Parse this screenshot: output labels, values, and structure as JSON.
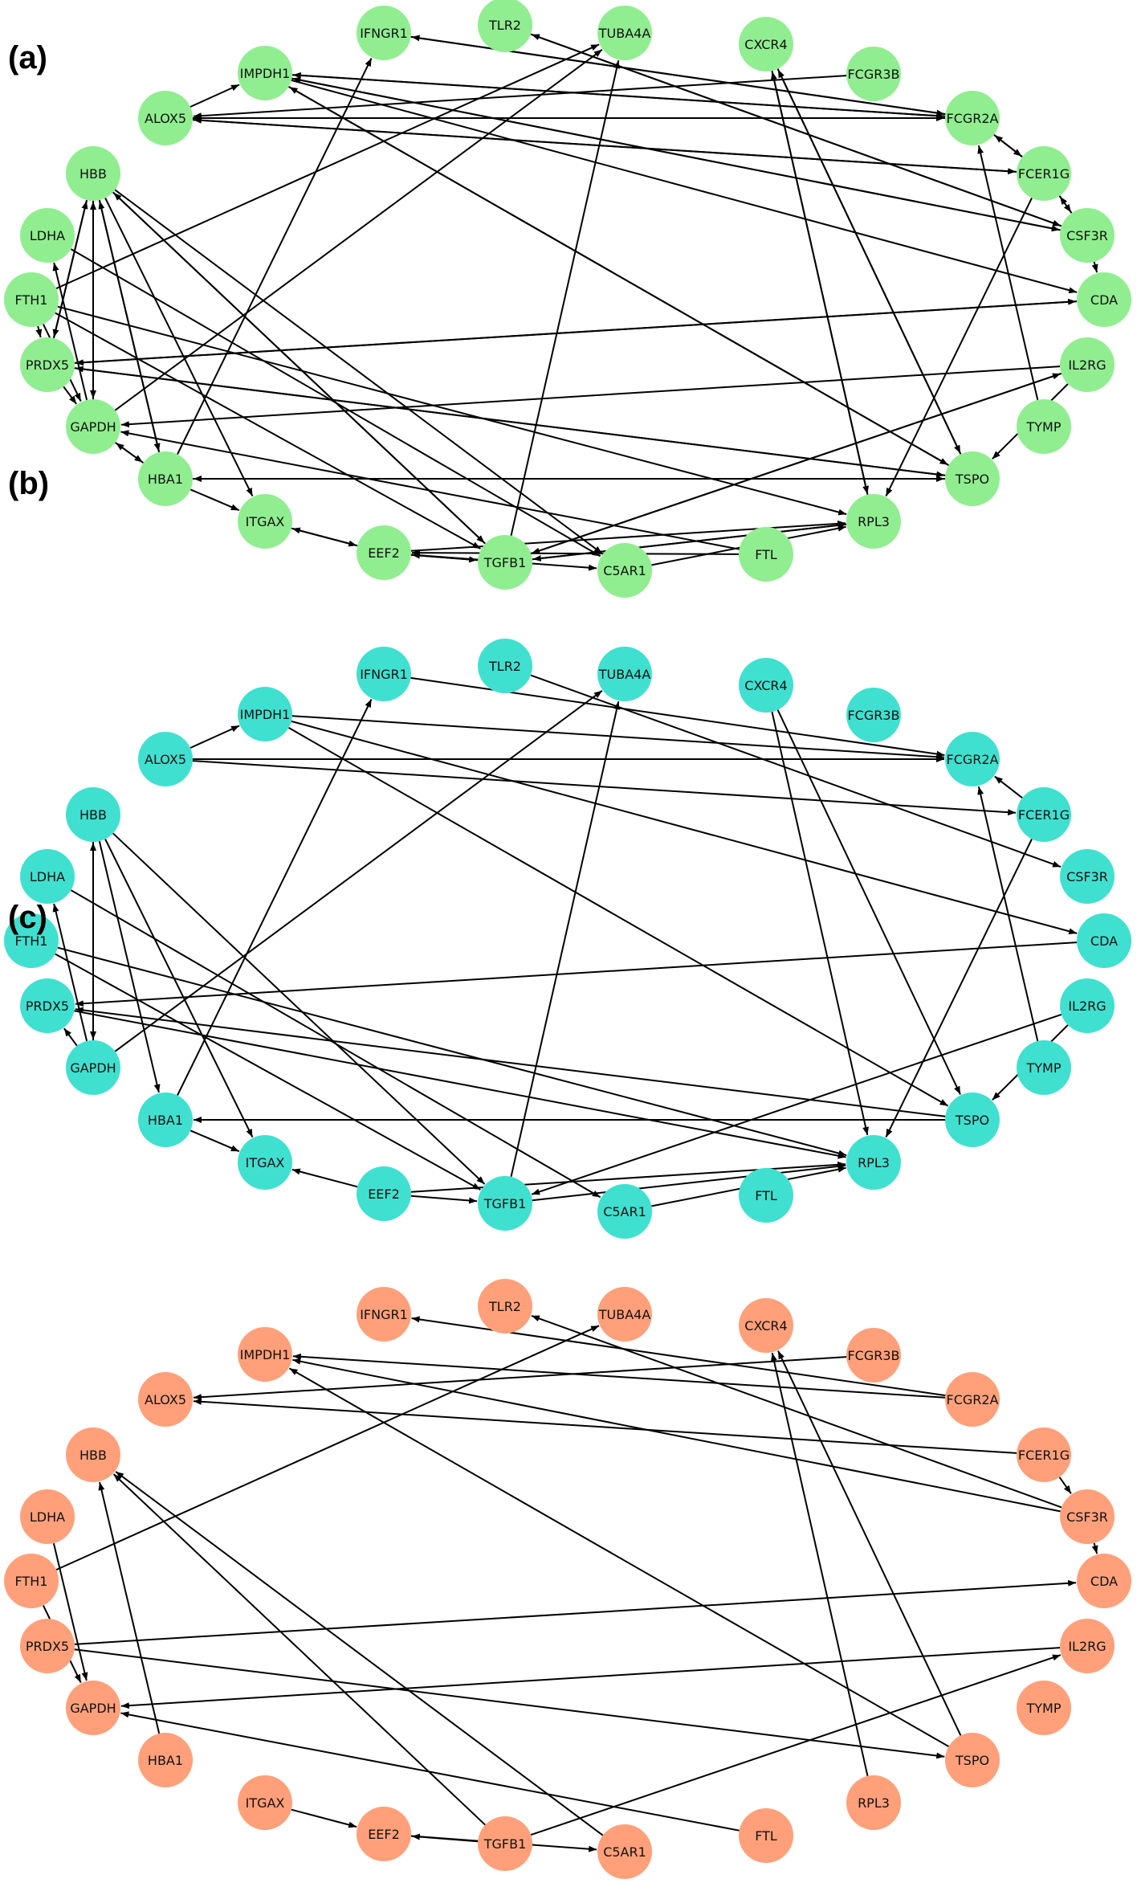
{
  "panels": [
    {
      "id": "a",
      "label": "(a)",
      "node_color": "#90ee90",
      "nodes": [
        "IFNGR1",
        "TLR2",
        "TUBA4A",
        "CXCR4",
        "IMPDH1",
        "FCGR3B",
        "ALOX5",
        "FCGR2A",
        "HBB",
        "FCER1G",
        "LDHA",
        "CSF3R",
        "FTH1",
        "CDA",
        "PRDX5",
        "IL2RG",
        "GAPDH",
        "TYMP",
        "HBA1",
        "TSPO",
        "ITGAX",
        "RPL3",
        "EEF2",
        "TGFB1",
        "C5AR1",
        "FTL"
      ],
      "edges": [
        [
          "ALOX5",
          "IMPDH1"
        ],
        [
          "ALOX5",
          "FCGR2A"
        ],
        [
          "FCGR2A",
          "ALOX5"
        ],
        [
          "ALOX5",
          "FCER1G"
        ],
        [
          "FCER1G",
          "ALOX5"
        ],
        [
          "FCGR3B",
          "ALOX5"
        ],
        [
          "IMPDH1",
          "FCGR2A"
        ],
        [
          "FCGR2A",
          "IMPDH1"
        ],
        [
          "IFNGR1",
          "FCGR2A"
        ],
        [
          "FCGR2A",
          "IFNGR1"
        ],
        [
          "TLR2",
          "CSF3R"
        ],
        [
          "CSF3R",
          "TLR2"
        ],
        [
          "IMPDH1",
          "CSF3R"
        ],
        [
          "CSF3R",
          "IMPDH1"
        ],
        [
          "IMPDH1",
          "CDA"
        ],
        [
          "IMPDH1",
          "TSPO"
        ],
        [
          "TSPO",
          "IMPDH1"
        ],
        [
          "CXCR4",
          "TSPO"
        ],
        [
          "TSPO",
          "CXCR4"
        ],
        [
          "CXCR4",
          "RPL3"
        ],
        [
          "RPL3",
          "CXCR4"
        ],
        [
          "FCER1G",
          "FCGR2A"
        ],
        [
          "FCGR2A",
          "FCER1G"
        ],
        [
          "FCER1G",
          "CSF3R"
        ],
        [
          "CSF3R",
          "FCER1G"
        ],
        [
          "FCER1G",
          "RPL3"
        ],
        [
          "CSF3R",
          "CDA"
        ],
        [
          "TYMP",
          "FCGR2A"
        ],
        [
          "IL2RG",
          "TSPO"
        ],
        [
          "IL2RG",
          "GAPDH"
        ],
        [
          "TGFB1",
          "IL2RG"
        ],
        [
          "IL2RG",
          "TGFB1"
        ],
        [
          "CDA",
          "PRDX5"
        ],
        [
          "PRDX5",
          "CDA"
        ],
        [
          "PRDX5",
          "TSPO"
        ],
        [
          "TSPO",
          "PRDX5"
        ],
        [
          "TSPO",
          "HBA1"
        ],
        [
          "HBA1",
          "TSPO"
        ],
        [
          "FTH1",
          "TUBA4A"
        ],
        [
          "FTH1",
          "PRDX5"
        ],
        [
          "FTH1",
          "GAPDH"
        ],
        [
          "FTH1",
          "RPL3"
        ],
        [
          "FTH1",
          "TGFB1"
        ],
        [
          "LDHA",
          "C5AR1"
        ],
        [
          "PRDX5",
          "HBB"
        ],
        [
          "HBB",
          "PRDX5"
        ],
        [
          "PRDX5",
          "GAPDH"
        ],
        [
          "GAPDH",
          "HBB"
        ],
        [
          "HBB",
          "GAPDH"
        ],
        [
          "GAPDH",
          "LDHA"
        ],
        [
          "GAPDH",
          "HBA1"
        ],
        [
          "HBA1",
          "GAPDH"
        ],
        [
          "GAPDH",
          "TUBA4A"
        ],
        [
          "HBB",
          "HBA1"
        ],
        [
          "HBA1",
          "HBB"
        ],
        [
          "HBB",
          "ITGAX"
        ],
        [
          "HBB",
          "TGFB1"
        ],
        [
          "TGFB1",
          "HBB"
        ],
        [
          "HBB",
          "C5AR1"
        ],
        [
          "HBA1",
          "ITGAX"
        ],
        [
          "HBA1",
          "IFNGR1"
        ],
        [
          "EEF2",
          "ITGAX"
        ],
        [
          "ITGAX",
          "EEF2"
        ],
        [
          "EEF2",
          "TGFB1"
        ],
        [
          "TGFB1",
          "EEF2"
        ],
        [
          "EEF2",
          "C5AR1"
        ],
        [
          "EEF2",
          "RPL3"
        ],
        [
          "TGFB1",
          "TUBA4A"
        ],
        [
          "TGFB1",
          "RPL3"
        ],
        [
          "RPL3",
          "TGFB1"
        ],
        [
          "FTL",
          "GAPDH"
        ],
        [
          "FTL",
          "EEF2"
        ],
        [
          "C5AR1",
          "RPL3"
        ]
      ]
    },
    {
      "id": "b",
      "label": "(b)",
      "node_color": "#40e0d0",
      "nodes": [
        "IFNGR1",
        "TLR2",
        "TUBA4A",
        "CXCR4",
        "IMPDH1",
        "FCGR3B",
        "ALOX5",
        "FCGR2A",
        "HBB",
        "FCER1G",
        "LDHA",
        "CSF3R",
        "FTH1",
        "CDA",
        "PRDX5",
        "IL2RG",
        "GAPDH",
        "TYMP",
        "HBA1",
        "TSPO",
        "ITGAX",
        "RPL3",
        "EEF2",
        "TGFB1",
        "C5AR1",
        "FTL"
      ],
      "edges": [
        [
          "ALOX5",
          "IMPDH1"
        ],
        [
          "ALOX5",
          "FCGR2A"
        ],
        [
          "ALOX5",
          "FCER1G"
        ],
        [
          "IMPDH1",
          "FCGR2A"
        ],
        [
          "IFNGR1",
          "FCGR2A"
        ],
        [
          "TLR2",
          "CSF3R"
        ],
        [
          "IMPDH1",
          "CDA"
        ],
        [
          "IMPDH1",
          "TSPO"
        ],
        [
          "CXCR4",
          "TSPO"
        ],
        [
          "CXCR4",
          "RPL3"
        ],
        [
          "FCER1G",
          "FCGR2A"
        ],
        [
          "FCER1G",
          "RPL3"
        ],
        [
          "TYMP",
          "FCGR2A"
        ],
        [
          "IL2RG",
          "TSPO"
        ],
        [
          "IL2RG",
          "TGFB1"
        ],
        [
          "CDA",
          "PRDX5"
        ],
        [
          "PRDX5",
          "RPL3"
        ],
        [
          "TSPO",
          "PRDX5"
        ],
        [
          "TSPO",
          "HBA1"
        ],
        [
          "FTH1",
          "RPL3"
        ],
        [
          "FTH1",
          "TGFB1"
        ],
        [
          "LDHA",
          "C5AR1"
        ],
        [
          "GAPDH",
          "HBB"
        ],
        [
          "GAPDH",
          "LDHA"
        ],
        [
          "GAPDH",
          "PRDX5"
        ],
        [
          "GAPDH",
          "TUBA4A"
        ],
        [
          "HBB",
          "HBA1"
        ],
        [
          "HBB",
          "ITGAX"
        ],
        [
          "HBB",
          "TGFB1"
        ],
        [
          "HBB",
          "GAPDH"
        ],
        [
          "HBA1",
          "ITGAX"
        ],
        [
          "HBA1",
          "IFNGR1"
        ],
        [
          "EEF2",
          "ITGAX"
        ],
        [
          "EEF2",
          "TGFB1"
        ],
        [
          "EEF2",
          "RPL3"
        ],
        [
          "TGFB1",
          "TUBA4A"
        ],
        [
          "TGFB1",
          "RPL3"
        ],
        [
          "C5AR1",
          "RPL3"
        ]
      ]
    },
    {
      "id": "c",
      "label": "(c)",
      "node_color": "#ffa07a",
      "nodes": [
        "IFNGR1",
        "TLR2",
        "TUBA4A",
        "CXCR4",
        "IMPDH1",
        "FCGR3B",
        "ALOX5",
        "FCGR2A",
        "HBB",
        "FCER1G",
        "LDHA",
        "CSF3R",
        "FTH1",
        "CDA",
        "PRDX5",
        "IL2RG",
        "GAPDH",
        "TYMP",
        "HBA1",
        "TSPO",
        "ITGAX",
        "RPL3",
        "EEF2",
        "TGFB1",
        "C5AR1",
        "FTL"
      ],
      "edges": [
        [
          "FCGR2A",
          "IFNGR1"
        ],
        [
          "FCGR2A",
          "IMPDH1"
        ],
        [
          "FCGR3B",
          "ALOX5"
        ],
        [
          "FCER1G",
          "ALOX5"
        ],
        [
          "FCER1G",
          "CSF3R"
        ],
        [
          "CSF3R",
          "CDA"
        ],
        [
          "CSF3R",
          "TLR2"
        ],
        [
          "CSF3R",
          "IMPDH1"
        ],
        [
          "TSPO",
          "IMPDH1"
        ],
        [
          "TSPO",
          "CXCR4"
        ],
        [
          "RPL3",
          "CXCR4"
        ],
        [
          "IL2RG",
          "GAPDH"
        ],
        [
          "TGFB1",
          "IL2RG"
        ],
        [
          "PRDX5",
          "CDA"
        ],
        [
          "PRDX5",
          "TSPO"
        ],
        [
          "FTH1",
          "TUBA4A"
        ],
        [
          "FTH1",
          "GAPDH"
        ],
        [
          "LDHA",
          "GAPDH"
        ],
        [
          "HBA1",
          "HBB"
        ],
        [
          "TGFB1",
          "HBB"
        ],
        [
          "C5AR1",
          "HBB"
        ],
        [
          "FTL",
          "GAPDH"
        ],
        [
          "ITGAX",
          "EEF2"
        ],
        [
          "TGFB1",
          "EEF2"
        ],
        [
          "EEF2",
          "C5AR1"
        ]
      ]
    }
  ]
}
